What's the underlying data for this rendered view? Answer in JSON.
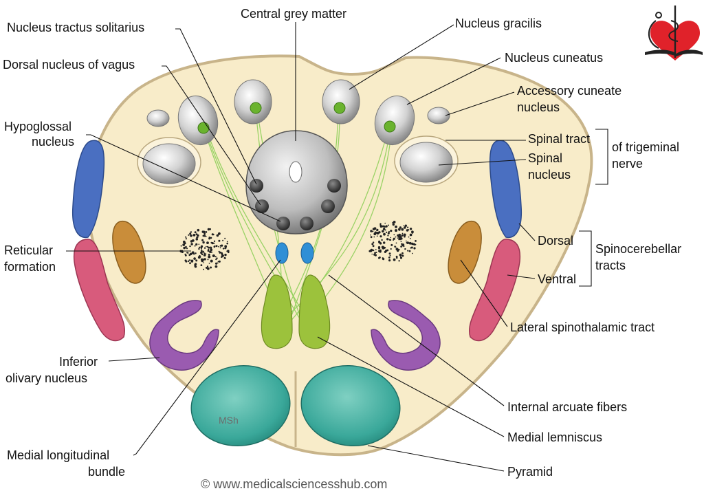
{
  "labels": {
    "central_grey_matter": "Central grey matter",
    "nucleus_tractus_solitarius": "Nucleus tractus solitarius",
    "dorsal_nucleus_vagus": "Dorsal nucleus of vagus",
    "hypoglossal_1": "Hypoglossal",
    "hypoglossal_2": "nucleus",
    "reticular_1": "Reticular",
    "reticular_2": "formation",
    "inferior_olivary_1": "Inferior",
    "inferior_olivary_2": "olivary nucleus",
    "mlf_1": "Medial longitudinal",
    "mlf_2": "bundle",
    "nucleus_gracilis": "Nucleus gracilis",
    "nucleus_cuneatus": "Nucleus cuneatus",
    "accessory_cuneate_1": "Accessory cuneate",
    "accessory_cuneate_2": "nucleus",
    "spinal_tract": "Spinal tract",
    "spinal_nucleus_1": "Spinal",
    "spinal_nucleus_2": "nucleus",
    "of_trigeminal_1": "of trigeminal",
    "of_trigeminal_2": "nerve",
    "dorsal": "Dorsal",
    "ventral": "Ventral",
    "spinocerebellar_1": "Spinocerebellar",
    "spinocerebellar_2": "tracts",
    "lateral_spinothalamic": "Lateral spinothalamic tract",
    "internal_arcuate": "Internal arcuate fibers",
    "medial_lemniscus": "Medial lemniscus",
    "pyramid": "Pyramid"
  },
  "watermark": "MSh",
  "copyright": "© www.medicalsciencesshub.com",
  "colors": {
    "section_fill": "#f8ecc9",
    "section_outline": "#c8b48a",
    "grey_nucleus": "#c9c9c9",
    "green_nucleus": "#6ab32e",
    "blue_tract": "#4a6fc1",
    "pink_tract": "#d85b7c",
    "orange_tract": "#c98d3a",
    "purple_olive": "#9a5bb0",
    "teal_pyramid": "#3aa89a",
    "lemniscus_green": "#9cc23c",
    "mlf_blue": "#2f8fd6",
    "fiber_green": "#8fcf5a",
    "logo_heart": "#e0222a"
  },
  "icons": {
    "logo": "heart-stethoscope-book-icon"
  }
}
